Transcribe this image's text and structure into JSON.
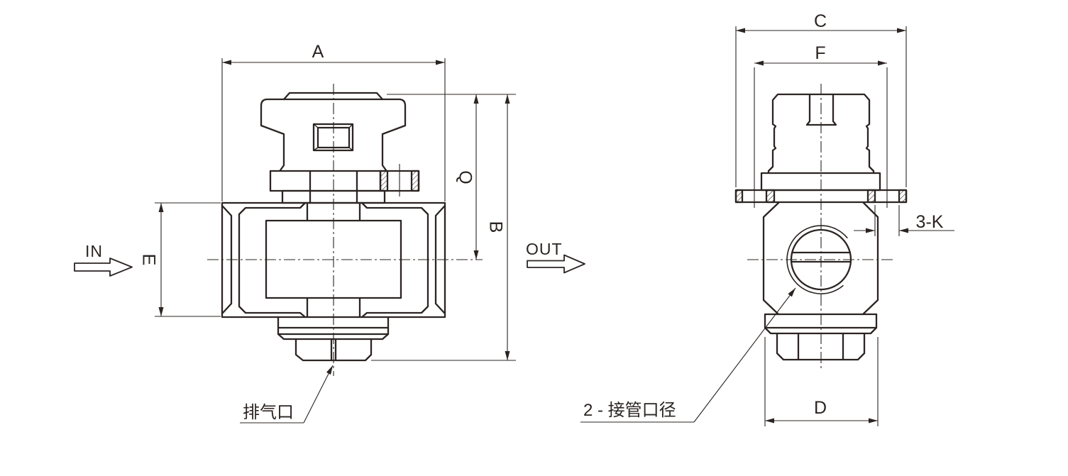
{
  "drawing": {
    "type": "engineering-orthographic-views-valve",
    "colors": {
      "line": "#2b2422",
      "background": "#ffffff"
    },
    "labels": {
      "dim_a": "A",
      "dim_b": "B",
      "dim_q": "Q",
      "dim_e": "E",
      "dim_c": "C",
      "dim_f": "F",
      "dim_d": "D",
      "dim_3k": "3-K",
      "flow_in": "IN",
      "flow_out": "OUT",
      "callout_exhaust": "排气口",
      "callout_port": "2 - 接管口径"
    }
  }
}
